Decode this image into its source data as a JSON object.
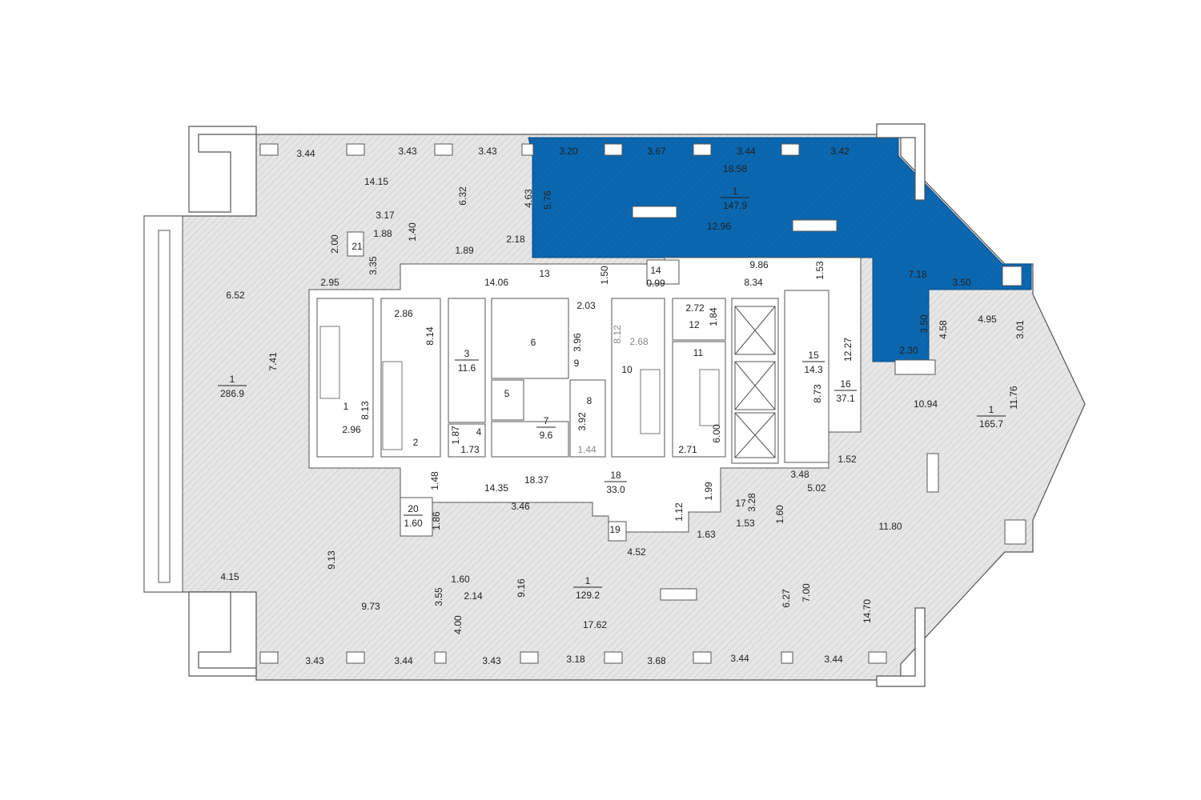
{
  "colors": {
    "highlight": "#0a67b0",
    "hatch_bg": "#e6e6e6",
    "hatch_line": "#c4c4c4",
    "wall": "#555555",
    "text": "#222222"
  },
  "rooms": [
    {
      "id": "nw-office",
      "number": "1",
      "area": "286.9"
    },
    {
      "id": "ne-office",
      "number": "1",
      "area": "147.9"
    },
    {
      "id": "e-office",
      "number": "1",
      "area": "165.7"
    },
    {
      "id": "s-office",
      "number": "1",
      "area": "129.2"
    },
    {
      "id": "r3",
      "number": "3",
      "area": "11.6"
    },
    {
      "id": "r7",
      "number": "7",
      "area": "9.6"
    },
    {
      "id": "r15",
      "number": "15",
      "area": "14.3"
    },
    {
      "id": "r16",
      "number": "16",
      "area": "37.1"
    },
    {
      "id": "r18",
      "number": "18",
      "area": "33.0"
    },
    {
      "id": "r20",
      "number": "20",
      "area": "1.60"
    }
  ],
  "room_numbers": [
    "1",
    "2",
    "4",
    "5",
    "6",
    "8",
    "9",
    "10",
    "11",
    "12",
    "13",
    "14",
    "17",
    "19",
    "21"
  ],
  "dimensions": [
    "3.44",
    "3.43",
    "3.43",
    "3.20",
    "3.67",
    "3.44",
    "3.42",
    "14.15",
    "6.32",
    "4.63",
    "5.76",
    "18.58",
    "12.96",
    "3.17",
    "1.40",
    "1.88",
    "2.00",
    "2.18",
    "1.89",
    "3.35",
    "2.95",
    "14.06",
    "1.50",
    "0.99",
    "9.86",
    "8.34",
    "1.53",
    "7.18",
    "3.50",
    "3.50",
    "4.58",
    "4.95",
    "3.01",
    "2.30",
    "12.27",
    "6.52",
    "7.41",
    "2.86",
    "8.14",
    "8.13",
    "2.96",
    "1.87",
    "1.73",
    "3.96",
    "2.03",
    "8.12",
    "2.68",
    "2.72",
    "1.84",
    "3.92",
    "1.44",
    "6.00",
    "2.71",
    "8.73",
    "10.94",
    "11.76",
    "1.52",
    "3.48",
    "5.02",
    "1.48",
    "14.35",
    "18.37",
    "3.46",
    "1.86",
    "1.12",
    "1.99",
    "3.28",
    "1.53",
    "1.60",
    "1.63",
    "4.52",
    "11.80",
    "4.15",
    "9.13",
    "9.16",
    "1.60",
    "2.14",
    "6.27",
    "7.00",
    "14.70",
    "9.73",
    "3.55",
    "4.00",
    "17.62",
    "3.43",
    "3.44",
    "3.43",
    "3.18",
    "3.68",
    "3.44",
    "3.44"
  ]
}
